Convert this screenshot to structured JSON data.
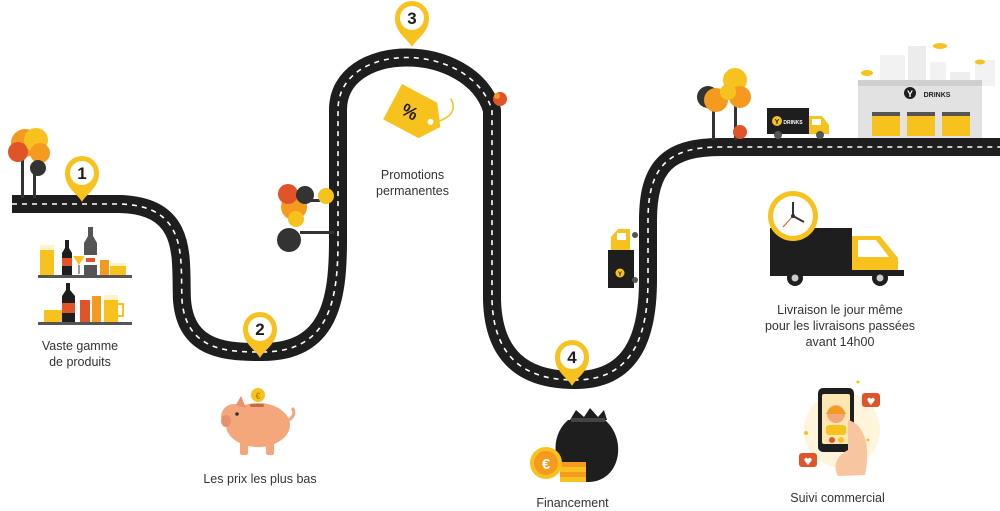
{
  "steps": [
    {
      "number": "1",
      "label_lines": [
        "Vaste gamme",
        "de produits"
      ]
    },
    {
      "number": "2",
      "label_lines": [
        "Les prix les plus bas"
      ]
    },
    {
      "number": "3",
      "label_lines": [
        "Promotions",
        "permanentes"
      ]
    },
    {
      "number": "4",
      "label_lines": [
        "Financement"
      ]
    },
    {
      "number": "",
      "label_lines": [
        "Livraison le jour même",
        "pour les livraisons passées",
        "avant 14h00"
      ]
    },
    {
      "number": "",
      "label_lines": [
        "Suivi commercial"
      ]
    }
  ],
  "brand": {
    "logo_mark": "Y",
    "name": "DRINKS"
  },
  "icons": {
    "percent_tag": "%",
    "piggy_coin": "€",
    "money_bag_coin": "€",
    "heart": "♥"
  },
  "colors": {
    "accent": "#f7c21d",
    "road": "#1e1e1e",
    "dash": "#ffffff",
    "text": "#333333",
    "autumn_orange": "#f39a1f",
    "autumn_red": "#e0542a",
    "piggy": "#f4a77b"
  }
}
